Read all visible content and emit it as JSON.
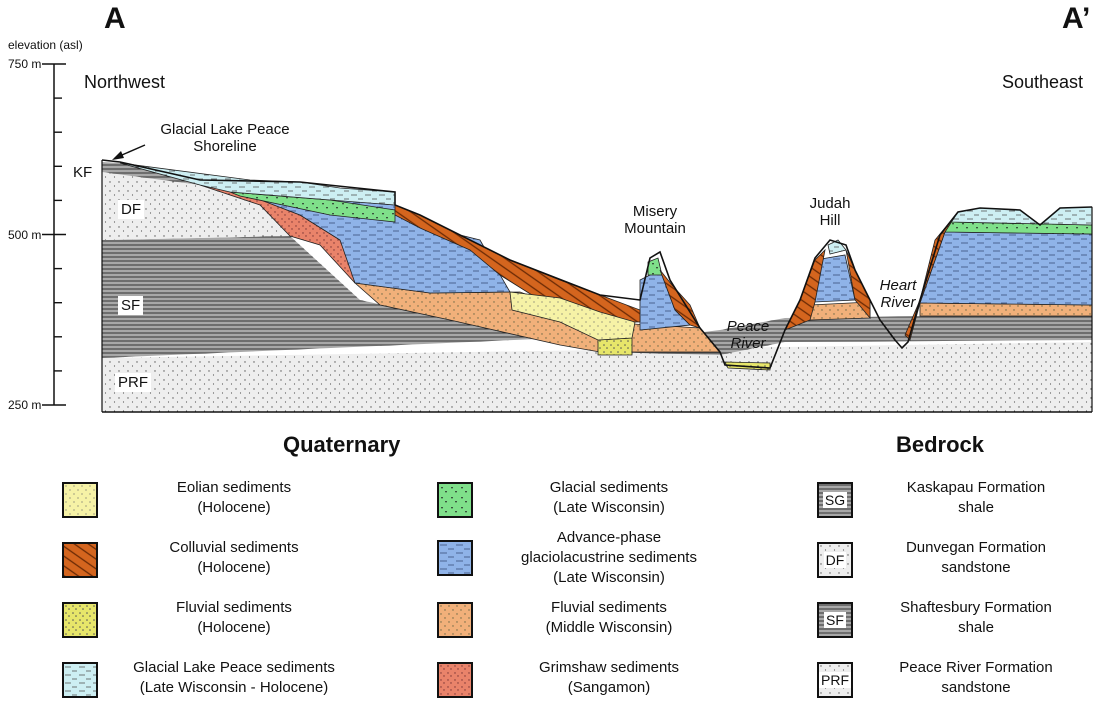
{
  "section": {
    "left_label": "A",
    "right_label": "A’"
  },
  "axis": {
    "title": "elevation (asl)",
    "ticks": [
      {
        "label": "750 m",
        "value": 750
      },
      {
        "label": "500 m",
        "value": 500
      },
      {
        "label": "250 m",
        "value": 250
      }
    ]
  },
  "directions": {
    "left": "Northwest",
    "right": "Southeast"
  },
  "labels": {
    "shoreline_line1": "Glacial Lake Peace",
    "shoreline_line2": "Shoreline",
    "misery_line1": "Misery",
    "misery_line2": "Mountain",
    "judah_line1": "Judah",
    "judah_line2": "Hill",
    "peace_line1": "Peace",
    "peace_line2": "River",
    "heart_line1": "Heart",
    "heart_line2": "River"
  },
  "formations": {
    "kf": "KF",
    "df": "DF",
    "sf": "SF",
    "prf": "PRF"
  },
  "colors": {
    "eolian": "#f6f2a6",
    "colluvial": "#d4651e",
    "fluvial_holocene": "#e7e66a",
    "glacial_lake_peace": "#cdeff3",
    "glacial": "#7fe08a",
    "advance_glaciolacustrine": "#8fb3e8",
    "fluvial_middle": "#f1b07a",
    "grimshaw": "#e9836a",
    "shale": "#9a9a9a",
    "sandstone": "#eeeeee"
  },
  "legend": {
    "quaternary_title": "Quaternary",
    "bedrock_title": "Bedrock",
    "quaternary": [
      {
        "line1": "Eolian sediments",
        "line2": "(Holocene)",
        "pattern": "eolian-pattern"
      },
      {
        "line1": "Colluvial sediments",
        "line2": "(Holocene)",
        "pattern": "colluvial-pattern"
      },
      {
        "line1": "Fluvial sediments",
        "line2": "(Holocene)",
        "pattern": "fluvial-holocene-pattern"
      },
      {
        "line1": "Glacial Lake Peace sediments",
        "line2": "(Late Wisconsin - Holocene)",
        "pattern": "glacial-lake-peace-pattern"
      },
      {
        "line1": "Glacial sediments",
        "line2": "(Late Wisconsin)",
        "pattern": "glacial-pattern"
      },
      {
        "line1": "Advance-phase",
        "line2": "glaciolacustrine sediments",
        "line3": "(Late Wisconsin)",
        "pattern": "advance-glaciolacustrine-pattern"
      },
      {
        "line1": "Fluvial sediments",
        "line2": "(Middle Wisconsin)",
        "pattern": "fluvial-middle-pattern"
      },
      {
        "line1": "Grimshaw sediments",
        "line2": "(Sangamon)",
        "pattern": "grimshaw-pattern"
      }
    ],
    "bedrock": [
      {
        "code": "SG",
        "line1": "Kaskapau Formation",
        "line2": "shale",
        "pattern": "shale-pattern"
      },
      {
        "code": "DF",
        "line1": "Dunvegan Formation",
        "line2": "sandstone",
        "pattern": "sandstone-pattern"
      },
      {
        "code": "SF",
        "line1": "Shaftesbury Formation",
        "line2": "shale",
        "pattern": "shale-pattern"
      },
      {
        "code": "PRF",
        "line1": "Peace River Formation",
        "line2": "sandstone",
        "pattern": "sandstone-pattern"
      }
    ]
  }
}
